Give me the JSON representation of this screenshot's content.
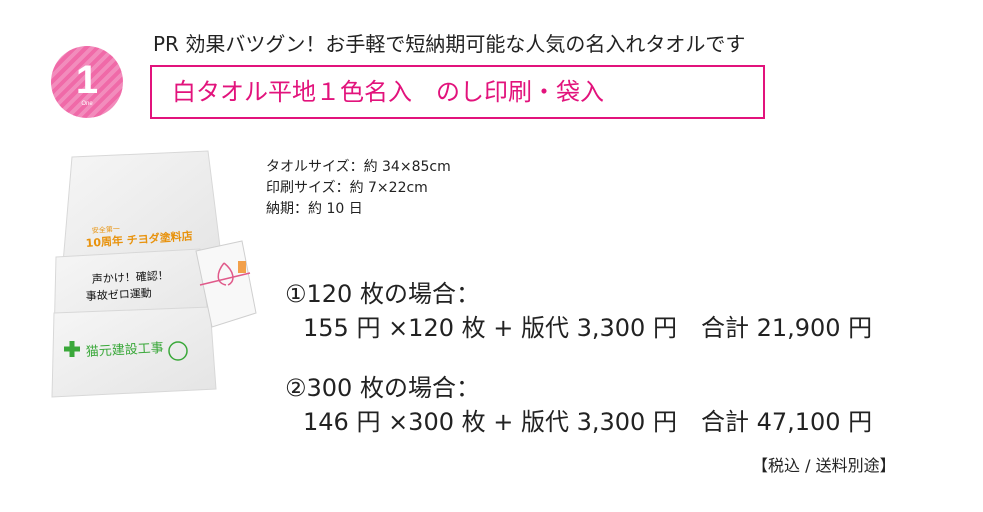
{
  "badge": {
    "number": "1",
    "sub": "One"
  },
  "tagline": "PR 効果バツグン！お手軽で短納期可能な人気の名入れタオルです",
  "title": "白タオル平地１色名入　のし印刷・袋入",
  "specs": [
    "タオルサイズ：約 34×85cm",
    "印刷サイズ：約 7×22cm",
    "納期：約 10 日"
  ],
  "cases": [
    {
      "heading": "①120 枚の場合：",
      "detail": "155 円 ×120 枚 + 版代 3,300 円　合計 21,900 円"
    },
    {
      "heading": "②300 枚の場合：",
      "detail": "146 円 ×300 枚 + 版代 3,300 円　合計 47,100 円"
    }
  ],
  "footnote": "【税込 / 送料別途】",
  "towel_prints": {
    "towel1_small": "安全第一",
    "towel1_main": "10周年 チヨダ塗料店",
    "towel2_line1": "声かけ！確認！",
    "towel2_line2": "事故ゼロ運動",
    "towel3_main": "猫元建設工事"
  },
  "colors": {
    "accent": "#e2137c",
    "badge": "#f06aa8",
    "orange": "#e8920c",
    "green": "#3aa83a"
  }
}
